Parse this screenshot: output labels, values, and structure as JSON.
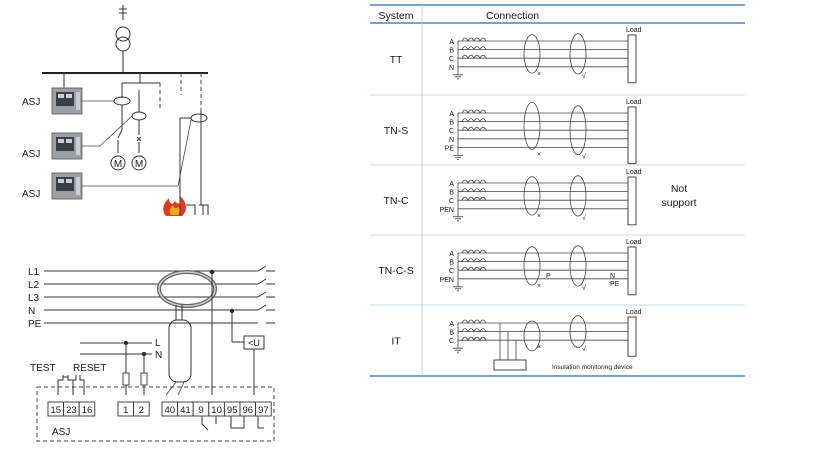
{
  "top_diagram": {
    "device_labels": [
      "ASJ",
      "ASJ",
      "ASJ"
    ],
    "motor_labels": [
      "M",
      "M"
    ]
  },
  "wiring": {
    "lines": [
      "L1",
      "L2",
      "L3",
      "N",
      "PE"
    ],
    "supply": [
      "L",
      "N"
    ],
    "buttons": [
      "TEST",
      "RESET"
    ],
    "voltage_label": "<U",
    "terminals": [
      "15",
      "23",
      "16",
      "1",
      "2",
      "40",
      "41",
      "9",
      "10",
      "95",
      "96",
      "97"
    ],
    "device_name": "ASJ"
  },
  "table": {
    "headers": [
      "System",
      "Connection"
    ],
    "rows": [
      {
        "system": "TT",
        "wires": [
          "A",
          "B",
          "C",
          "N"
        ],
        "note": ""
      },
      {
        "system": "TN-S",
        "wires": [
          "A",
          "B",
          "C",
          "N",
          "PE"
        ],
        "note": ""
      },
      {
        "system": "TN-C",
        "wires": [
          "A",
          "B",
          "C",
          "PEN"
        ],
        "note": "Not support"
      },
      {
        "system": "TN-C-S",
        "wires": [
          "A",
          "B",
          "C",
          "PEN"
        ],
        "note": ""
      },
      {
        "system": "IT",
        "wires": [
          "A",
          "B",
          "C"
        ],
        "note": ""
      }
    ],
    "load_label": "Load",
    "marks": {
      "ok": "√",
      "no": "×"
    },
    "tncs_labels": {
      "p": "P",
      "n": "N",
      "pe": "PE"
    },
    "it_caption": "Insulation monitoring device",
    "not_support_lines": [
      "Not",
      "support"
    ]
  },
  "colors": {
    "rule": "#4f81bd",
    "flame": "#e03a22",
    "flame_inner": "#f5a623"
  }
}
